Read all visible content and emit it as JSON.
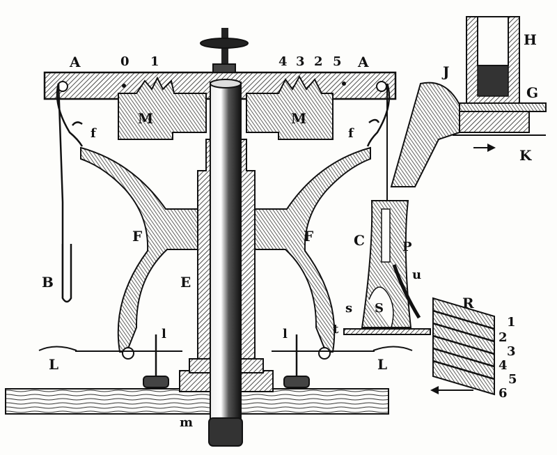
{
  "figure": {
    "beam_labels": {
      "left": "A",
      "right": "A"
    },
    "notch_numbers": {
      "n0": "0",
      "n1": "1",
      "n4": "4",
      "n3": "3",
      "n2": "2",
      "n5": "5"
    },
    "blocks": {
      "left": "M",
      "right": "M"
    },
    "hooks": {
      "left": "f",
      "right": "f"
    },
    "arms": {
      "left": "F",
      "right": "F"
    },
    "shaft": "E",
    "rod_end": "B",
    "levers": {
      "left": "L",
      "right": "L"
    },
    "pins": {
      "left": "l",
      "right": "l"
    },
    "base_label": "m",
    "pipe": {
      "upper": "H",
      "flange": "G",
      "plate": "K",
      "cone": "J"
    },
    "valve": {
      "body": "C",
      "port": "P",
      "tube": "u",
      "left_s": "s",
      "inner_s": "S",
      "rail": "t"
    },
    "comb": {
      "title": "R",
      "numbers": [
        "1",
        "2",
        "3",
        "4",
        "5",
        "6"
      ]
    },
    "colors": {
      "ink": "#111111",
      "paper": "#fdfdfb",
      "hatch": "#222222"
    }
  }
}
